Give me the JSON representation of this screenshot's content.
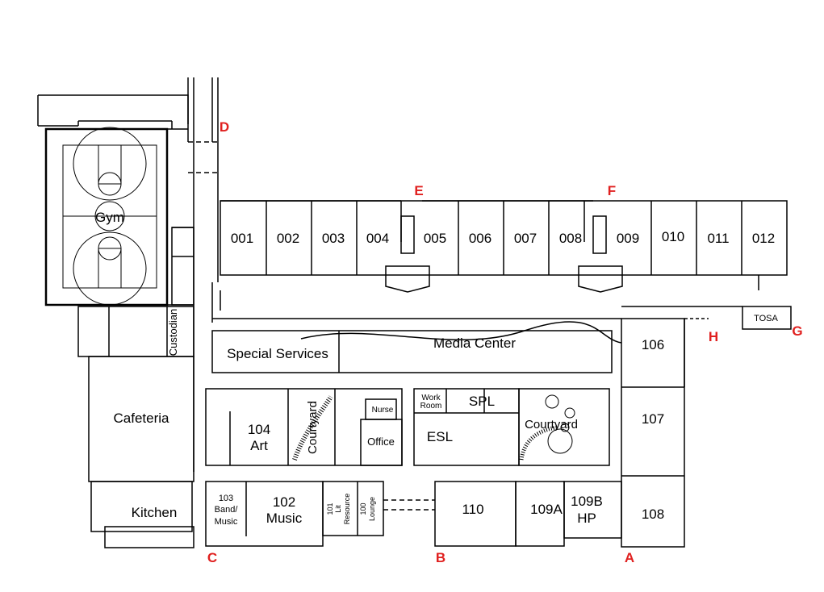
{
  "colors": {
    "wall": "#000000",
    "entrance": "#e0201f",
    "background": "#ffffff"
  },
  "rooms": {
    "gym": "Gym",
    "classrooms": [
      "001",
      "002",
      "003",
      "004",
      "005",
      "006",
      "007",
      "008",
      "009",
      "010",
      "011",
      "012"
    ],
    "tosa": "TOSA",
    "special_services": "Special Services",
    "media_center": "Media Center",
    "custodian": "Custodian",
    "cafeteria": "Cafeteria",
    "art_num": "104",
    "art_name": "Art",
    "courtyard_left": "Courtyard",
    "nurse": "Nurse",
    "office": "Office",
    "work_room_1": "Work",
    "work_room_2": "Room",
    "spl": "SPL",
    "esl": "ESL",
    "courtyard_right": "Courtyard",
    "r106": "106",
    "r107": "107",
    "r108": "108",
    "kitchen": "Kitchen",
    "band_num": "103",
    "band_1": "Band/",
    "band_2": "Music",
    "music_num": "102",
    "music_name": "Music",
    "lit_num": "101",
    "lit_1": "Lit",
    "lit_2": "Resource",
    "lounge_num": "100",
    "lounge_name": "Lounge",
    "r110": "110",
    "r109a": "109A",
    "r109b": "109B",
    "hp": "HP"
  },
  "entrances": [
    "A",
    "B",
    "C",
    "D",
    "E",
    "F",
    "G",
    "H"
  ]
}
